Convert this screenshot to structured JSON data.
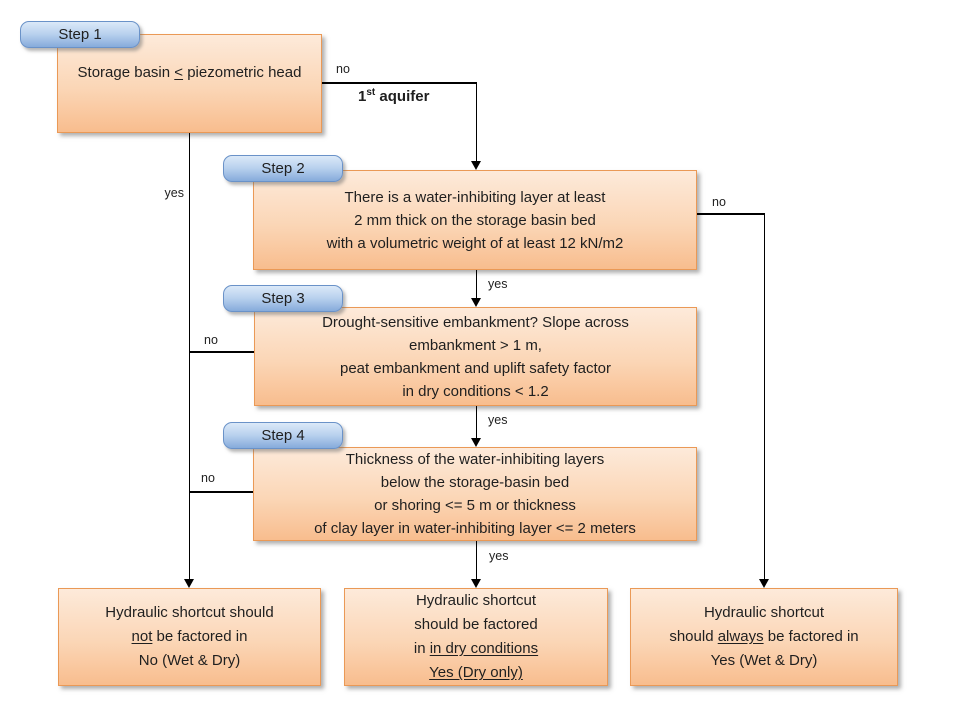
{
  "title": "Hydraulic shortcut decision flowchart",
  "colors": {
    "box_fill_top": "#fdeada",
    "box_fill_bottom": "#f8bd8e",
    "box_border": "#ea9956",
    "tag_fill_top": "#dbe9f8",
    "tag_fill_bottom": "#86abdb",
    "tag_border": "#6a92c8",
    "line": "#000000",
    "text": "#1f1f1f"
  },
  "steps": [
    {
      "label": "Step 1"
    },
    {
      "label": "Step 2"
    },
    {
      "label": "Step 3"
    },
    {
      "label": "Step 4"
    }
  ],
  "boxes": {
    "step1": {
      "lines": [
        [
          {
            "t": "Storage basin "
          },
          {
            "t": "<",
            "u": true
          },
          {
            "t": " piezometric head"
          }
        ]
      ]
    },
    "step2": {
      "lines": [
        [
          {
            "t": "There is a water-inhibiting layer at least"
          }
        ],
        [
          {
            "t": "2 mm thick on the storage basin bed"
          }
        ],
        [
          {
            "t": "with a volumetric weight of at least 12 kN/m2"
          }
        ]
      ]
    },
    "step3": {
      "lines": [
        [
          {
            "t": "Drought-sensitive embankment? Slope across"
          }
        ],
        [
          {
            "t": "embankment > 1 m,"
          }
        ],
        [
          {
            "t": "peat embankment and uplift safety factor"
          }
        ],
        [
          {
            "t": "in dry conditions < 1.2"
          }
        ]
      ]
    },
    "step4": {
      "lines": [
        [
          {
            "t": "Thickness of the water-inhibiting layers"
          }
        ],
        [
          {
            "t": "below the storage-basin bed"
          }
        ],
        [
          {
            "t": "or shoring <= 5 m or thickness"
          }
        ],
        [
          {
            "t": "of clay layer in water-inhibiting layer <= 2 meters"
          }
        ]
      ]
    },
    "outcome_left": {
      "lines": [
        [
          {
            "t": "Hydraulic shortcut should"
          }
        ],
        [
          {
            "t": "not",
            "u": true
          },
          {
            "t": " be factored in"
          }
        ],
        [
          {
            "t": "No (Wet & Dry)"
          }
        ]
      ]
    },
    "outcome_middle": {
      "lines": [
        [
          {
            "t": "Hydraulic shortcut"
          }
        ],
        [
          {
            "t": "should be factored"
          }
        ],
        [
          {
            "t": "in "
          },
          {
            "t": "in dry conditions",
            "u": true
          }
        ],
        [
          {
            "t": "Yes (Dry only)",
            "u": true
          }
        ]
      ]
    },
    "outcome_right": {
      "lines": [
        [
          {
            "t": "Hydraulic shortcut"
          }
        ],
        [
          {
            "t": "should "
          },
          {
            "t": "always",
            "u": true
          },
          {
            "t": " be factored in"
          }
        ],
        [
          {
            "t": "Yes (Wet & Dry)"
          }
        ]
      ]
    }
  },
  "connector_labels": {
    "no_step1": "no",
    "aquifer_num": "1",
    "aquifer_sup": "st",
    "aquifer_rest": " aquifer",
    "yes_step1": "yes",
    "yes_step2": "yes",
    "no_step2": "no",
    "no_step3": "no",
    "yes_step3": "yes",
    "no_step4": "no",
    "yes_step4": "yes"
  }
}
